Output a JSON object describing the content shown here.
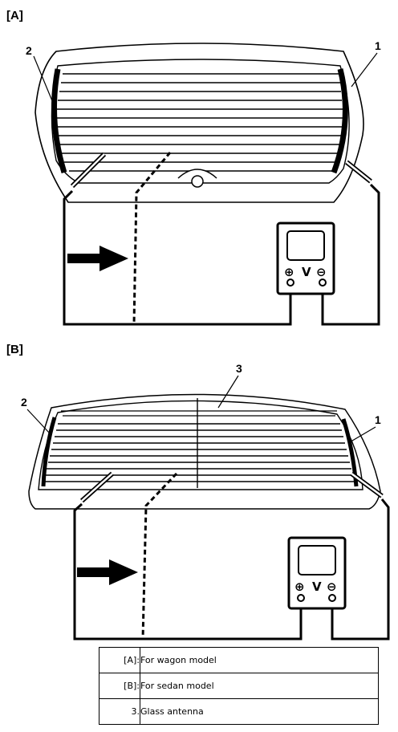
{
  "sections": {
    "a_label": "[A]",
    "b_label": "[B]"
  },
  "callouts": {
    "a1": "1",
    "a2": "2",
    "b1": "1",
    "b2": "2",
    "b3": "3"
  },
  "meter": {
    "plus_symbol": "⊕",
    "unit": "V",
    "minus_symbol": "⊖"
  },
  "legend": [
    {
      "key": "[A]:",
      "value": "For wagon model"
    },
    {
      "key": "[B]:",
      "value": "For sedan model"
    },
    {
      "key": "3.",
      "value": "Glass antenna"
    }
  ]
}
